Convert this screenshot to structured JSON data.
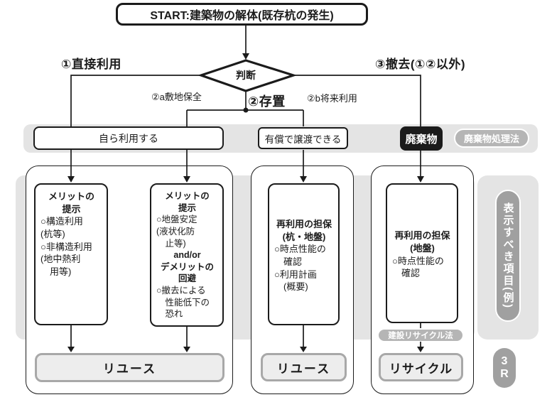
{
  "colors": {
    "ink": "#1b1b1b",
    "band": "#e4e4e4",
    "pill_dark": "#a0a0a0",
    "pill_light": "#b5b5b5",
    "outcome_border": "#a8a8a8",
    "outcome_fill": "#ededed"
  },
  "start": {
    "title": "START:建築物の解体(既存杭の発生)"
  },
  "decision": {
    "label": "判断"
  },
  "branches": {
    "direct_use": "①直接利用",
    "leave_in_place": "②存置",
    "site_preservation": "②a敷地保全",
    "future_use": "②b将来利用",
    "removal": "③撤去(①②以外)"
  },
  "middle_row": {
    "self_use": "自ら利用する",
    "paid_transfer": "有償で譲渡できる",
    "waste": "廃棄物",
    "waste_disposal_law": "廃棄物処理法"
  },
  "detail_boxes": {
    "merit1": {
      "heading": "メリットの\n提示",
      "body": "○構造利用\n(杭等)\n○非構造利用\n(地中熱利\n　用等)"
    },
    "merit2": {
      "heading": "メリットの\n提示",
      "body1": "○地盤安定\n(液状化防\n　止等)",
      "and_or": "and/or",
      "heading2": "デメリットの\n回避",
      "body2": "○撤去による\n　性能低下の\n　恐れ"
    },
    "reuse_guarantee_pile_ground": {
      "heading": "再利用の担保\n(杭・地盤)",
      "body": "○時点性能の\n　確認\n○利用計画\n　(概要)"
    },
    "reuse_guarantee_ground": {
      "heading": "再利用の担保\n(地盤)",
      "body": "○時点性能の\n　確認"
    }
  },
  "outcomes": {
    "reuse_left": "リユース",
    "reuse_middle": "リユース",
    "recycle": "リサイクル"
  },
  "side_labels": {
    "construction_recycle_law": "建設リサイクル法",
    "display_items": "表示すべき項目(例)",
    "three_r": "3\nR"
  }
}
